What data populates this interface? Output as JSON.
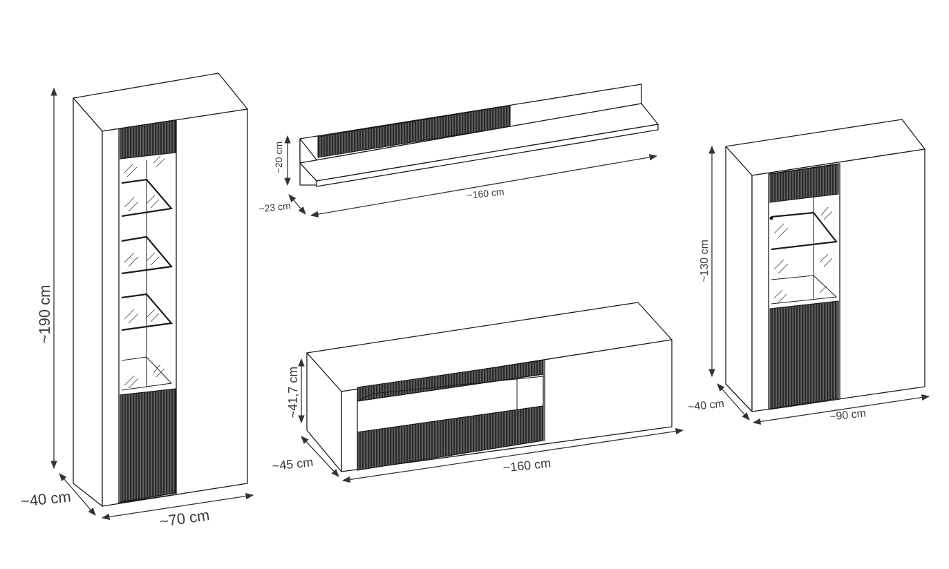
{
  "pieces": {
    "tall_display_cabinet": {
      "height_label": "~190 cm",
      "depth_label": "~40 cm",
      "width_label": "~70 cm"
    },
    "wall_shelf": {
      "height_label": "~20 cm",
      "depth_label": "~23 cm",
      "width_label": "~160 cm"
    },
    "tv_stand": {
      "height_label": "~41,7 cm",
      "depth_label": "~45 cm",
      "width_label": "~160 cm"
    },
    "low_display_cabinet": {
      "height_label": "~130 cm",
      "depth_label": "~40 cm",
      "width_label": "~90 cm"
    }
  },
  "colors": {
    "line": "#1a1a1a",
    "fluted_panel": "#2a2a2a",
    "background": "#ffffff"
  }
}
